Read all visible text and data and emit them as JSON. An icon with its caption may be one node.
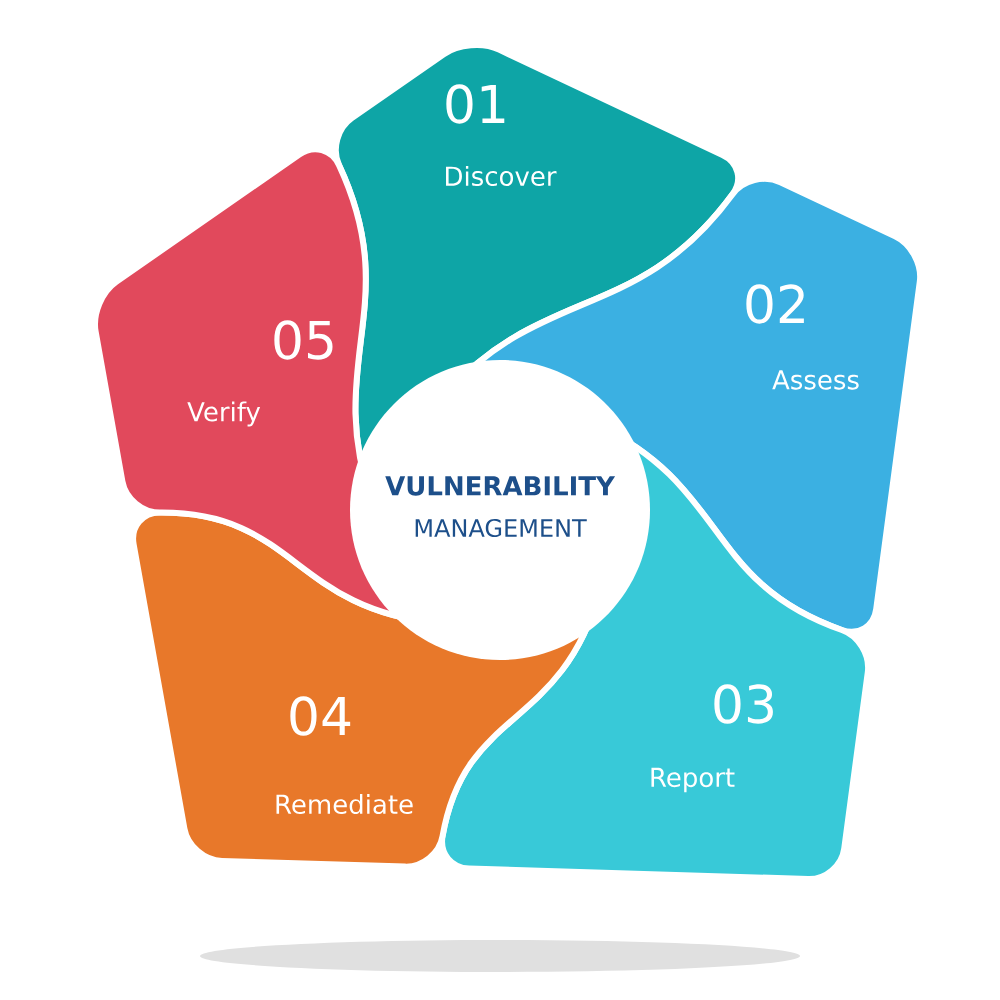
{
  "diagram": {
    "nodes": [
      {
        "text": [
          "01",
          "Discover"
        ]
      },
      {
        "text": [
          "02",
          "Assess"
        ]
      },
      {
        "text": [
          "03",
          "Report"
        ]
      },
      {
        "text": [
          "04",
          "Remediate"
        ]
      },
      {
        "text": [
          "05",
          "Verify"
        ]
      },
      {
        "text": [
          "VULNERABILITY",
          "MANAGEMENT"
        ]
      }
    ]
  }
}
